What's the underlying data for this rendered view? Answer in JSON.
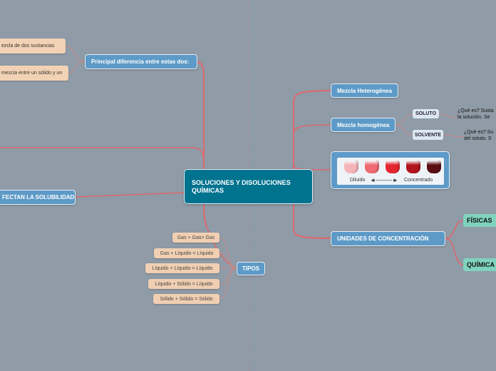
{
  "central": {
    "title": "SOLUCIONES Y DISOLUCIONES QUÍMICAS"
  },
  "left": {
    "diferencia": {
      "label": "Principal diferencia entre estas dos:",
      "children": [
        "ezcla de dos sustancias",
        "mezcia entre un sólido y un"
      ]
    },
    "solubilidad": {
      "label": "FECTAN LA SOLUBILIDAD"
    },
    "tipos": {
      "label": "TIPOS",
      "children": [
        "Gas + Gas= Gas",
        "Gas + Líquido = Líquido",
        "Líquido + Líquido = Líquido",
        "Líquido + Sólido = Líquido",
        "Sólido + Sólido = Sólido"
      ]
    }
  },
  "right": {
    "heterogenea": {
      "label": "Mezcla Heterogénea"
    },
    "homogenea": {
      "label": "Mezcla homogénea",
      "soluto": {
        "label": "SOLUTO",
        "text": [
          "¿Qué es? Susta",
          "la solución. Se"
        ]
      },
      "solvente": {
        "label": "SOLVENTE",
        "text": [
          "¿Qué es? Su",
          "del soluto. S"
        ]
      }
    },
    "image": {
      "label_diluido": "Diluido",
      "label_concentrado": "Concentrado",
      "beaker_colors": [
        "#f6b4b8",
        "#f06a72",
        "#e4262f",
        "#b2141d",
        "#5a0e12"
      ]
    },
    "unidades": {
      "label": "UNIDADES DE CONCENTRACIÓN",
      "children": [
        "FÍSICAS",
        "QUÍMICA"
      ]
    }
  },
  "colors": {
    "background": "#8f9ba7",
    "branch": "#e0676c",
    "node_blue": "#5d9ac7",
    "central": "#00738f",
    "peach": "#f2d2b4",
    "green": "#7fd3bd"
  }
}
